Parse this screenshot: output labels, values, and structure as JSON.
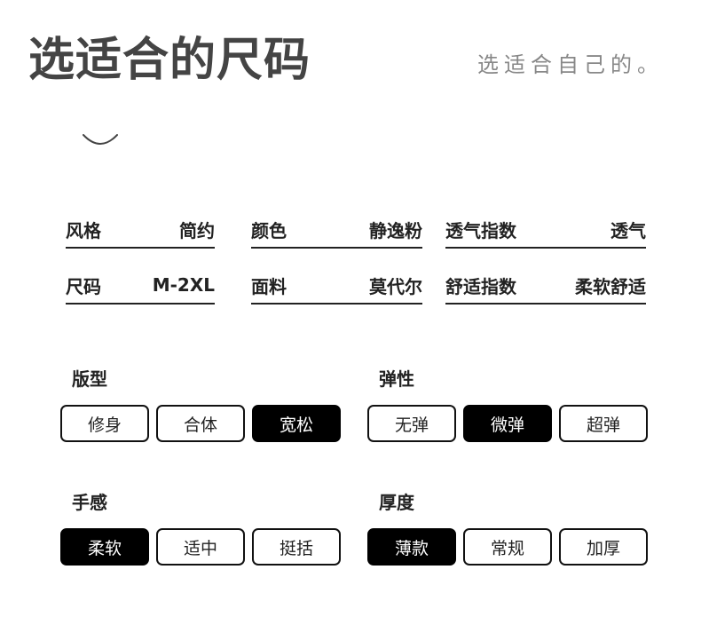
{
  "header": {
    "title": "选适合的尺码",
    "subtitle": "选适合自己的。"
  },
  "specs": [
    {
      "label": "风格",
      "value": "简约"
    },
    {
      "label": "颜色",
      "value": "静逸粉"
    },
    {
      "label": "透气指数",
      "value": "透气"
    },
    {
      "label": "尺码",
      "value": "M-2XL"
    },
    {
      "label": "面料",
      "value": "莫代尔"
    },
    {
      "label": "舒适指数",
      "value": "柔软舒适"
    }
  ],
  "attributes": {
    "fit": {
      "label": "版型",
      "options": [
        "修身",
        "合体",
        "宽松"
      ],
      "selected": "宽松"
    },
    "elasticity": {
      "label": "弹性",
      "options": [
        "无弹",
        "微弹",
        "超弹"
      ],
      "selected": "微弹"
    },
    "feel": {
      "label": "手感",
      "options": [
        "柔软",
        "适中",
        "挺括"
      ],
      "selected": "柔软"
    },
    "thickness": {
      "label": "厚度",
      "options": [
        "薄款",
        "常规",
        "加厚"
      ],
      "selected": "薄款"
    }
  }
}
